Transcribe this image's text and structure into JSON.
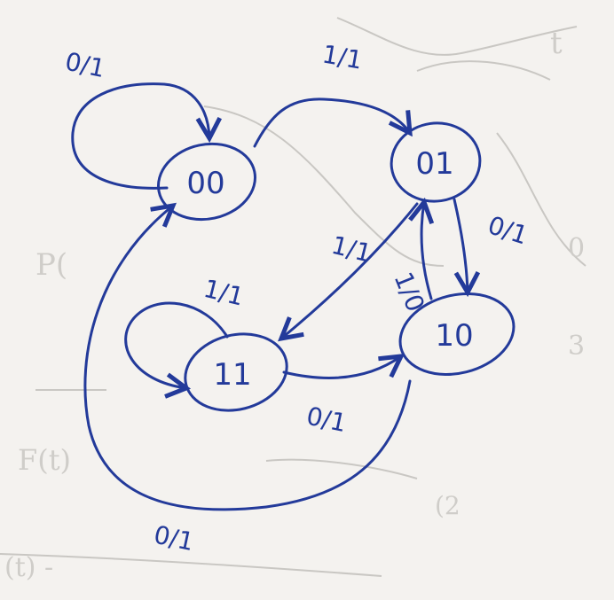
{
  "diagram": {
    "type": "state-diagram",
    "colors": {
      "ink": "#233a9a",
      "paper": "#f4f2ef",
      "bleed": "#cfcdc9"
    },
    "states": [
      {
        "id": "s00",
        "label": "00"
      },
      {
        "id": "s01",
        "label": "01"
      },
      {
        "id": "s10",
        "label": "10"
      },
      {
        "id": "s11",
        "label": "11"
      }
    ],
    "transitions": [
      {
        "from": "00",
        "to": "00",
        "label": "0/1"
      },
      {
        "from": "00",
        "to": "01",
        "label": "1/1"
      },
      {
        "from": "01",
        "to": "11",
        "label": "1/1"
      },
      {
        "from": "01",
        "to": "10",
        "label": "0/1"
      },
      {
        "from": "10",
        "to": "01",
        "label": "1/0"
      },
      {
        "from": "11",
        "to": "11",
        "label": "1/1"
      },
      {
        "from": "11",
        "to": "10",
        "label": "0/1"
      },
      {
        "from": "10",
        "to": "00",
        "label": "0/1"
      }
    ]
  }
}
